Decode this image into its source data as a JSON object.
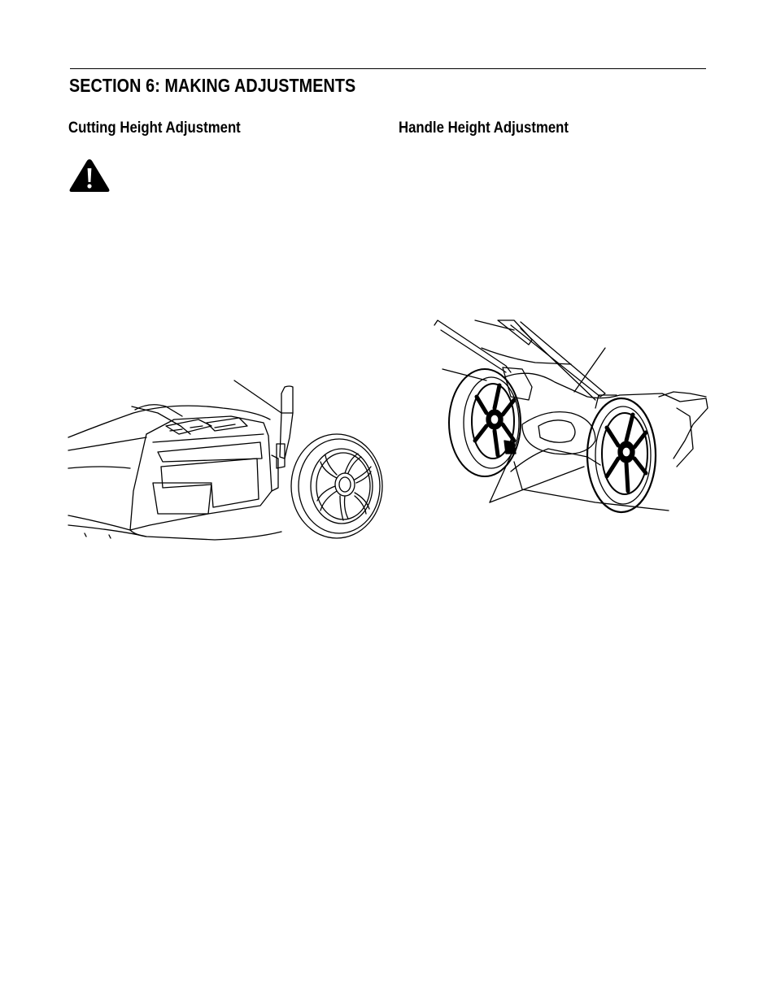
{
  "section": {
    "title": "SECTION 6:  MAKING ADJUSTMENTS"
  },
  "left_column": {
    "heading": "Cutting Height Adjustment",
    "warning_icon": "warning-triangle-icon",
    "figure": "cutting-height-lever-illustration"
  },
  "right_column": {
    "heading": "Handle Height Adjustment",
    "figure": "handle-height-knob-illustration"
  },
  "colors": {
    "ink": "#000000",
    "paper": "#ffffff"
  }
}
